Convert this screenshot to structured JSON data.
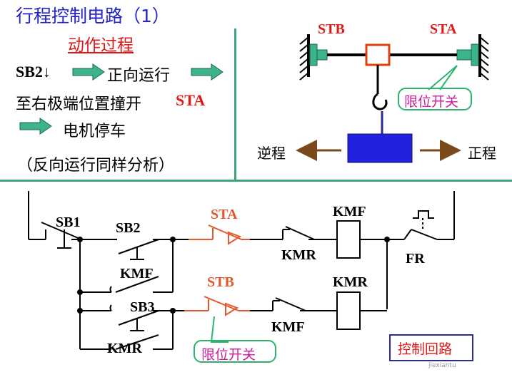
{
  "title": "行程控制电路（1）",
  "section_heading": "动作过程",
  "steps": {
    "line1_key": "SB2↓",
    "line1_text": "正向运行",
    "line2_text": "至右极端位置撞开",
    "line2_key": "STA",
    "line3_text": "电机停车",
    "note": "（反向运行同样分析）"
  },
  "mechanism": {
    "stb_label": "STB",
    "sta_label": "STA",
    "limit_switch_label": "限位开关",
    "reverse_label": "逆程",
    "forward_label": "正程"
  },
  "circuit": {
    "sb1": "SB1",
    "sb2": "SB2",
    "sb3": "SB3",
    "kmf_aux": "KMF",
    "kmr_aux": "KMR",
    "sta": "STA",
    "stb": "STB",
    "kmr_interlock": "KMR",
    "kmf_interlock": "KMF",
    "kmf_coil": "KMF",
    "kmr_coil": "KMR",
    "fr": "FR",
    "limit_switch_label": "限位开关",
    "control_loop_label": "控制回路"
  },
  "watermark": "jiexiantu"
}
